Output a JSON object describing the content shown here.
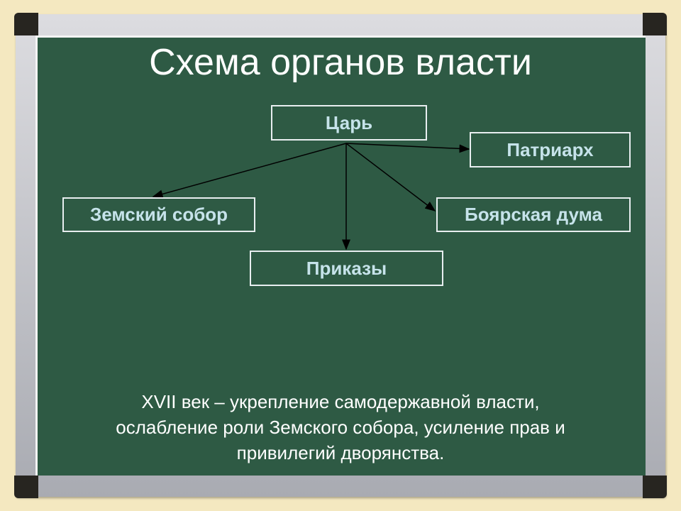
{
  "title": "Схема органов власти",
  "nodes": {
    "tsar": "Царь",
    "patriarch": "Патриарх",
    "zemsky_sobor": "Земский собор",
    "boyar_duma": "Боярская дума",
    "prikazy": "Приказы"
  },
  "edges": [
    [
      "tsar",
      "patriarch"
    ],
    [
      "tsar",
      "zemsky_sobor"
    ],
    [
      "tsar",
      "boyar_duma"
    ],
    [
      "tsar",
      "prikazy"
    ]
  ],
  "note": {
    "line1": "XVII век – укрепление самодержавной власти,",
    "line2": "ослабление роли Земского собора, усиление прав и",
    "line3": "привилегий дворянства."
  }
}
